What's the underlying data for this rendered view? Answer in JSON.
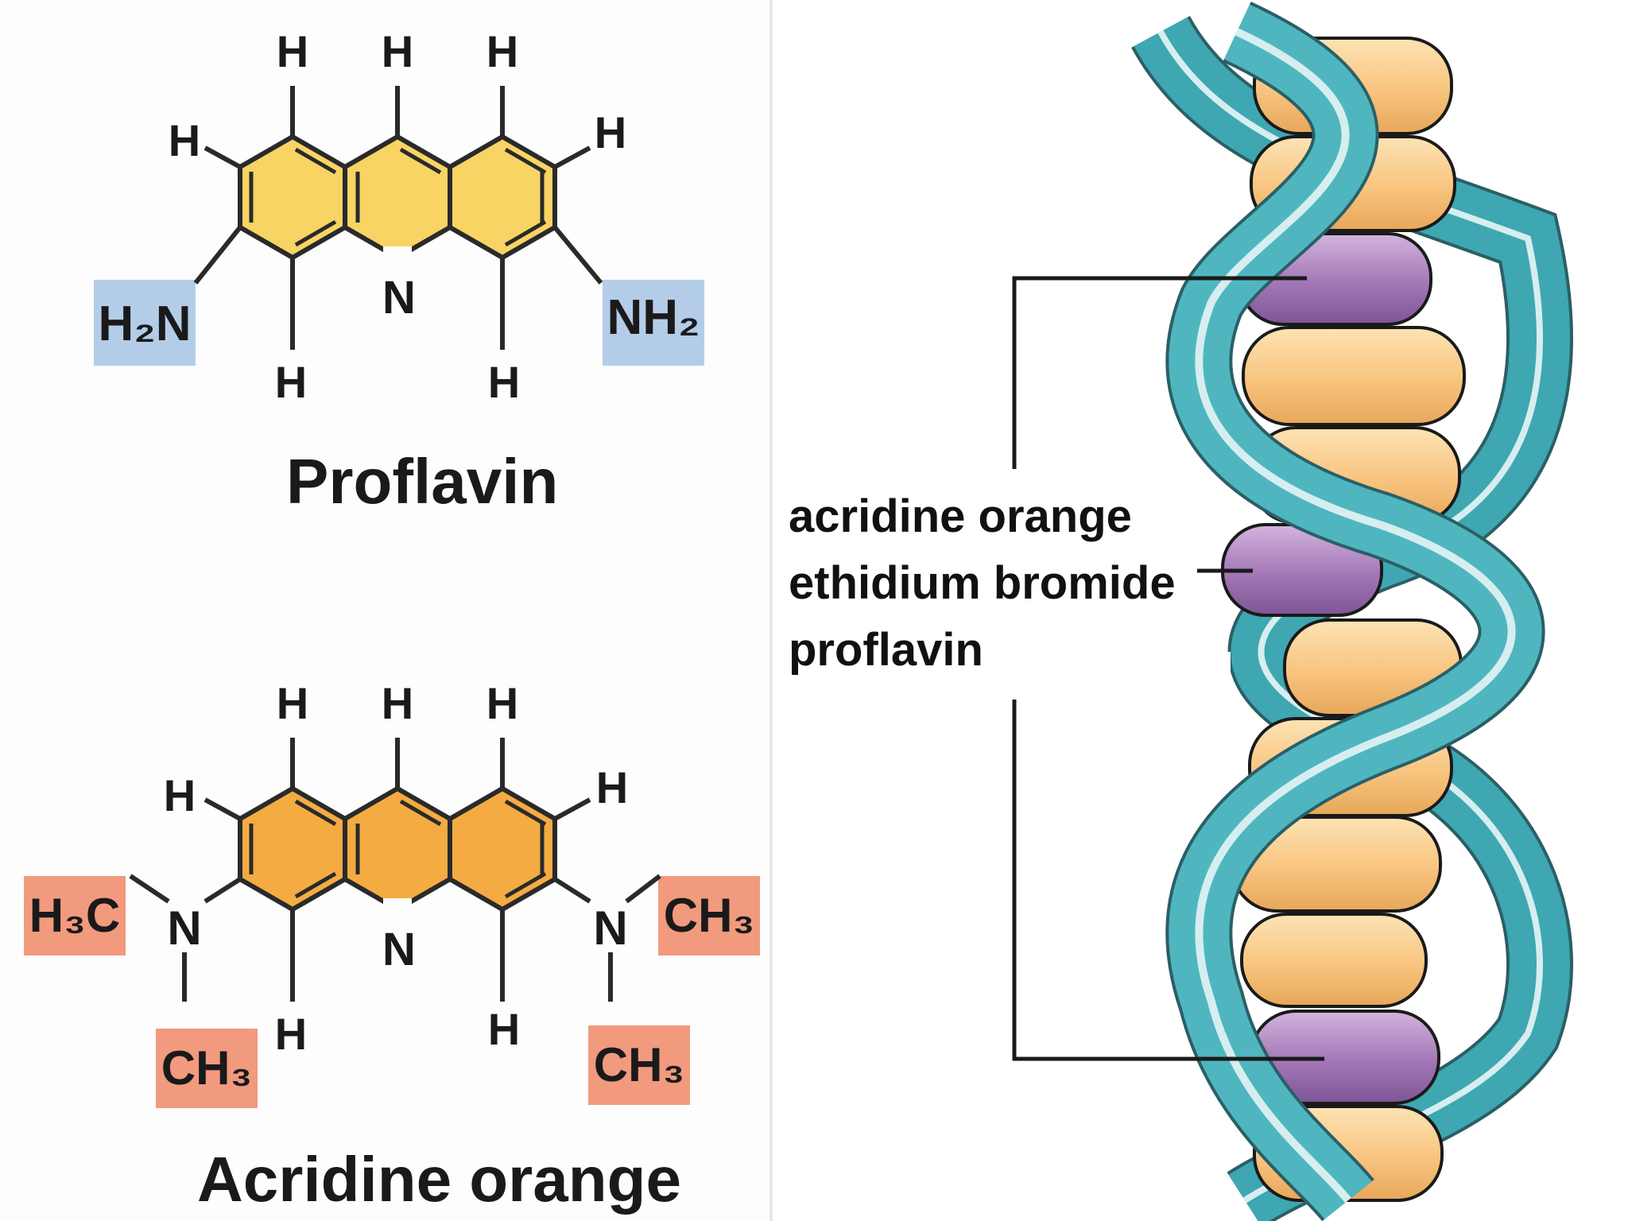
{
  "colors": {
    "proflavin_ring": "#f7d463",
    "acridine_ring": "#f4ab42",
    "amine_highlight": "#b3cde8",
    "methyl_highlight": "#f19a7e",
    "helix_teal": "#4fb6bf",
    "helix_stripe": "#d6eeef",
    "base_tan": "#f8c47f",
    "intercalator_purple": "#a377b6"
  },
  "proflavin": {
    "name": "Proflavin",
    "atoms": {
      "h_top_left": "H",
      "h_top_mid": "H",
      "h_top_right": "H",
      "h_left": "H",
      "h_right": "H",
      "h_bottom_left": "H",
      "h_bottom_right": "H",
      "ring_n": "N",
      "amine_left": "H₂N",
      "amine_right": "NH₂"
    }
  },
  "acridine_orange": {
    "name": "Acridine orange",
    "atoms": {
      "h_top_left": "H",
      "h_top_mid": "H",
      "h_top_right": "H",
      "h_left": "H",
      "h_right": "H",
      "h_bottom_left": "H",
      "h_bottom_right": "H",
      "ring_n": "N",
      "n_left": "N",
      "n_right": "N",
      "methyl_left_top": "H₃C",
      "methyl_left_bottom": "CH₃",
      "methyl_right_top": "CH₃",
      "methyl_right_bottom": "CH₃"
    }
  },
  "intercalators": {
    "labels": [
      "acridine orange",
      "ethidium bromide",
      "proflavin"
    ]
  }
}
